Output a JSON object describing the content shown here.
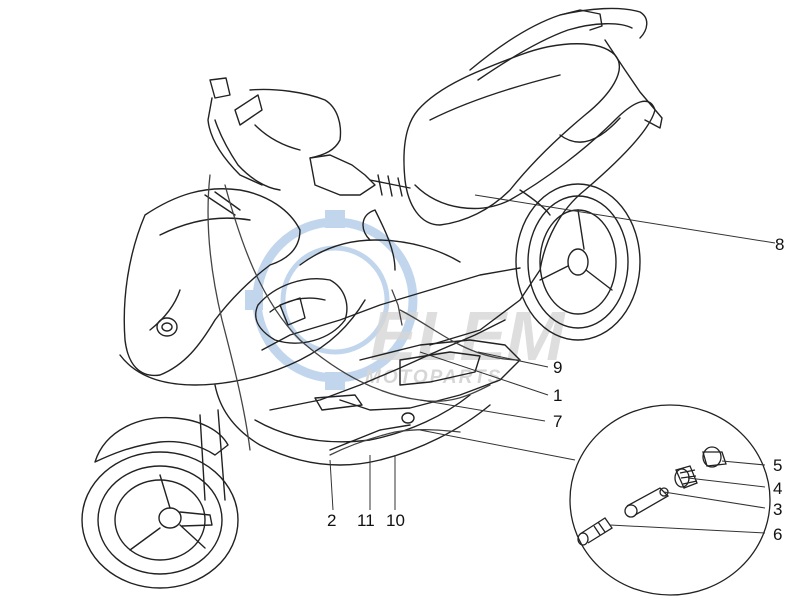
{
  "watermark": {
    "brand": "ELEM",
    "tagline": "MOTOPARTS"
  },
  "callouts": {
    "c8": "8",
    "c9": "9",
    "c1": "1",
    "c7": "7",
    "c5": "5",
    "c4": "4",
    "c3": "3",
    "c6": "6",
    "c2": "2",
    "c11": "11",
    "c10": "10"
  },
  "colors": {
    "line": "#222222",
    "cable": "#444444",
    "watermark_blue": "#8fb6dd",
    "watermark_grey": "#b5b5b5"
  }
}
